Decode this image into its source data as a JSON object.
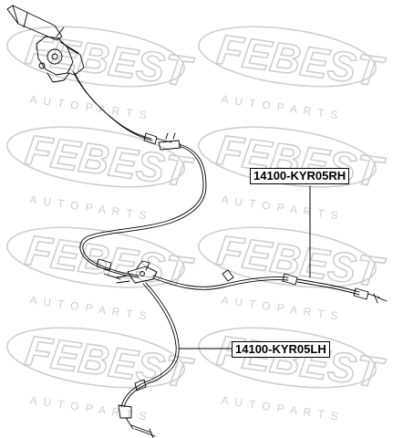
{
  "watermark": {
    "brand": "FEBEST",
    "tagline": "A U T O   P A R T S",
    "color": "#d4d4d4"
  },
  "labels": {
    "rh": "14100-KYR05RH",
    "lh": "14100-KYR05LH"
  },
  "colors": {
    "line": "#000000",
    "background": "#ffffff"
  }
}
